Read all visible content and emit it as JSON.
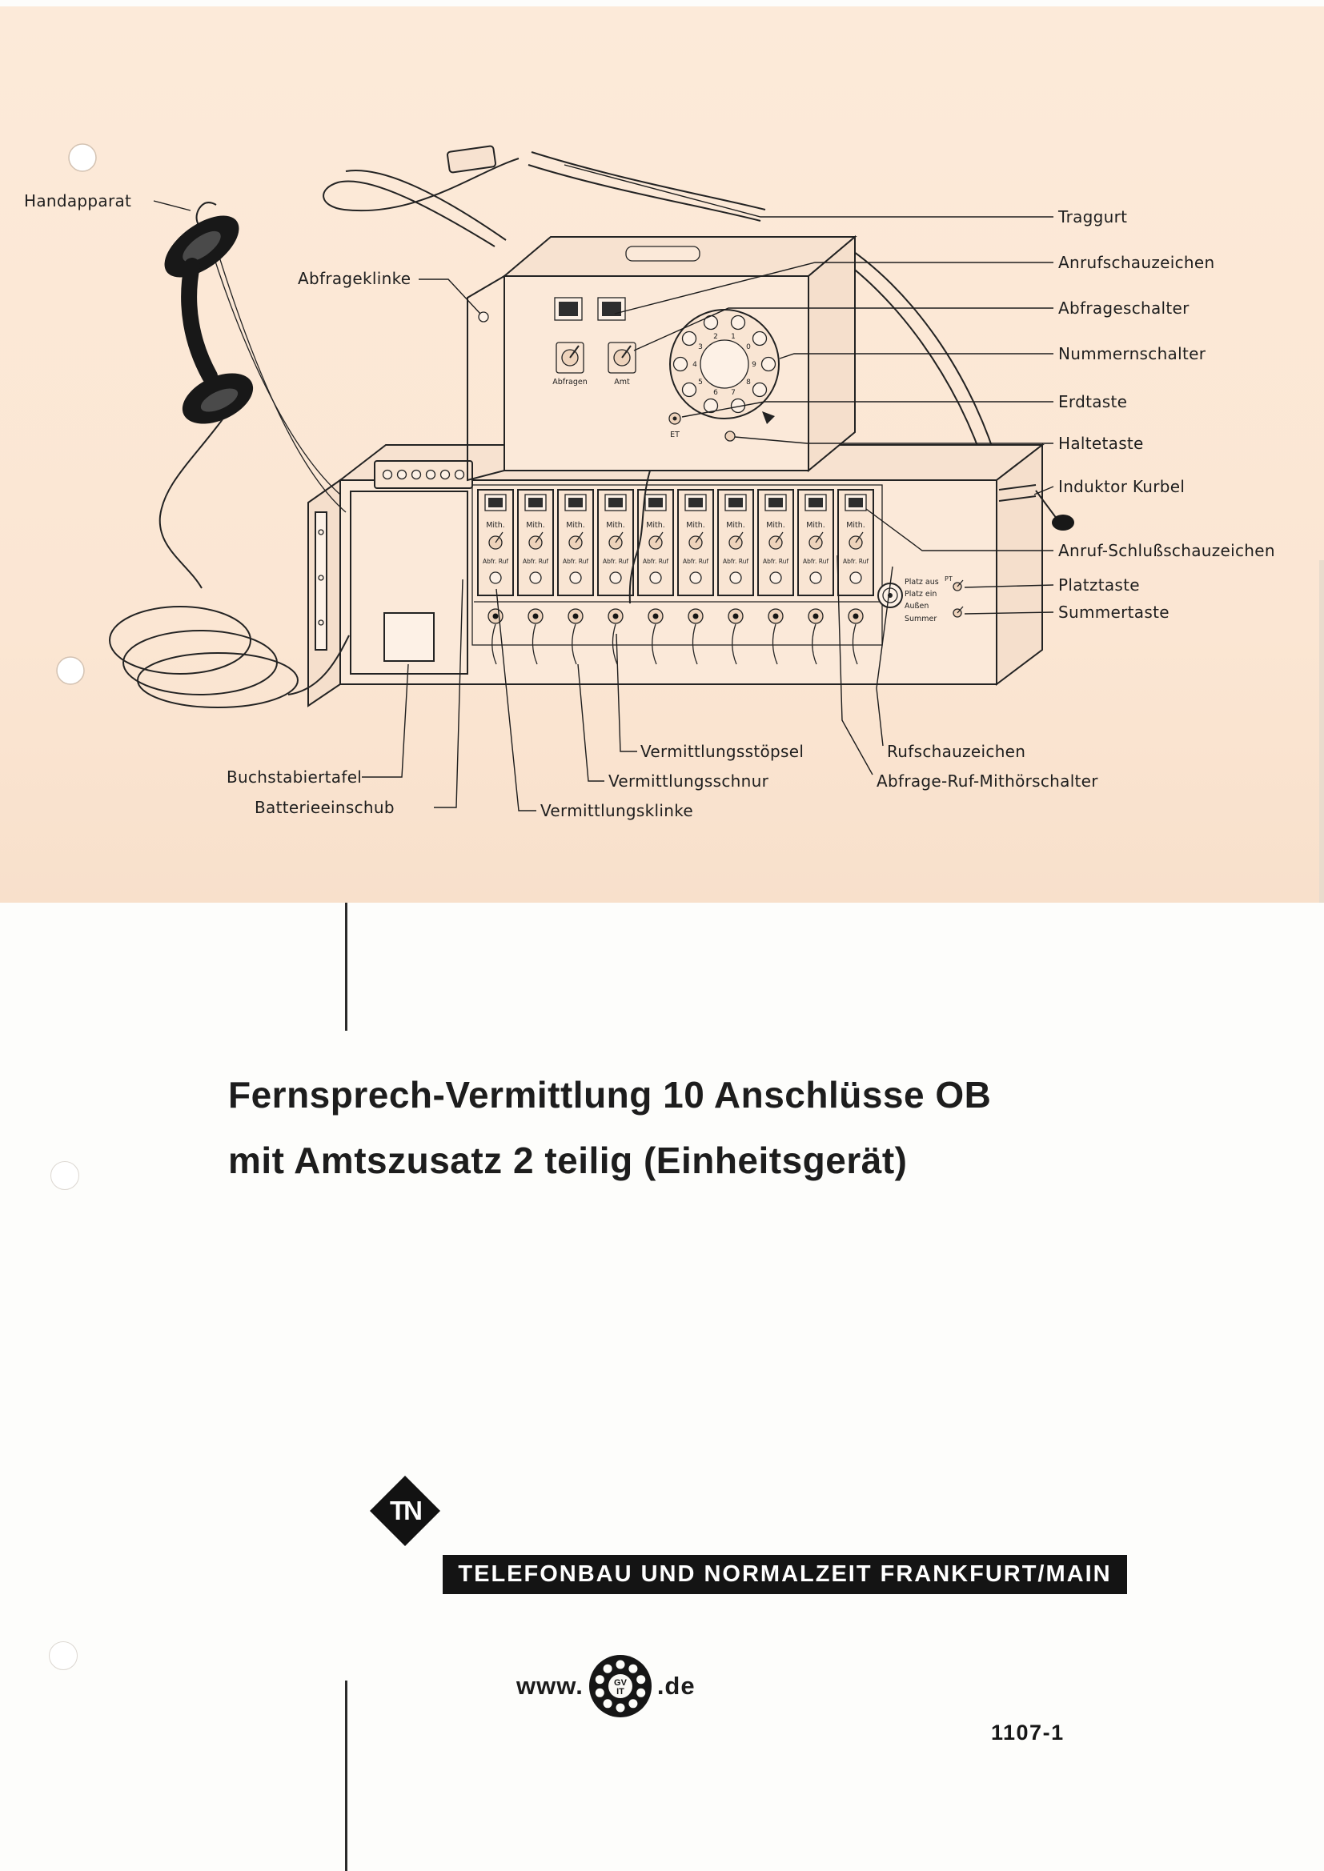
{
  "page": {
    "number": "1107-1"
  },
  "title": {
    "line1": "Fernsprech-Vermittlung 10 Anschlüsse OB",
    "line2": "mit Amtszusatz 2 teilig (Einheitsgerät)"
  },
  "manufacturer": {
    "logo_monogram": "TN",
    "banner": "TELEFONBAU UND NORMALZEIT FRANKFURT/MAIN"
  },
  "stamp": {
    "www": "www.",
    "de": ".de",
    "dial_line1": "GV",
    "dial_line2": "IT"
  },
  "diagram": {
    "labels": [
      {
        "id": "handapparat",
        "text": "Handapparat"
      },
      {
        "id": "abfrageklinke",
        "text": "Abfrageklinke"
      },
      {
        "id": "traggurt",
        "text": "Traggurt"
      },
      {
        "id": "anrufschauzeichen",
        "text": "Anrufschauzeichen"
      },
      {
        "id": "abfrageschalter",
        "text": "Abfrageschalter"
      },
      {
        "id": "nummernschalter",
        "text": "Nummernschalter"
      },
      {
        "id": "erdtaste",
        "text": "Erdtaste"
      },
      {
        "id": "haltetaste",
        "text": "Haltetaste"
      },
      {
        "id": "induktor-kurbel",
        "text": "Induktor Kurbel"
      },
      {
        "id": "anruf-schlussschauzeichen",
        "text": "Anruf-Schlußschauzeichen"
      },
      {
        "id": "platztaste",
        "text": "Platztaste"
      },
      {
        "id": "summertaste",
        "text": "Summertaste"
      },
      {
        "id": "vermittlungsstoepsel",
        "text": "Vermittlungsstöpsel"
      },
      {
        "id": "vermittlungsschnur",
        "text": "Vermittlungsschnur"
      },
      {
        "id": "vermittlungsklinke",
        "text": "Vermittlungsklinke"
      },
      {
        "id": "rufschauzeichen",
        "text": "Rufschauzeichen"
      },
      {
        "id": "abfrage-ruf-mithoerschalter",
        "text": "Abfrage-Ruf-Mithörschalter"
      },
      {
        "id": "buchstabiertafel",
        "text": "Buchstabiertafel"
      },
      {
        "id": "batterieeinschub",
        "text": "Batterieeinschub"
      }
    ],
    "strip_labels": {
      "mith": "Mith.",
      "abfr": "Abfr. Ruf"
    },
    "panel_labels": {
      "abfragen": "Abfragen",
      "amt": "Amt",
      "et": "ET",
      "platz_aus": "Platz aus",
      "pt": "PT",
      "platz_ein": "Platz ein",
      "aussen": "Außen",
      "summer": "Summer"
    },
    "dial_digits": [
      "1",
      "2",
      "3",
      "4",
      "5",
      "6",
      "7",
      "8",
      "9",
      "0"
    ]
  }
}
